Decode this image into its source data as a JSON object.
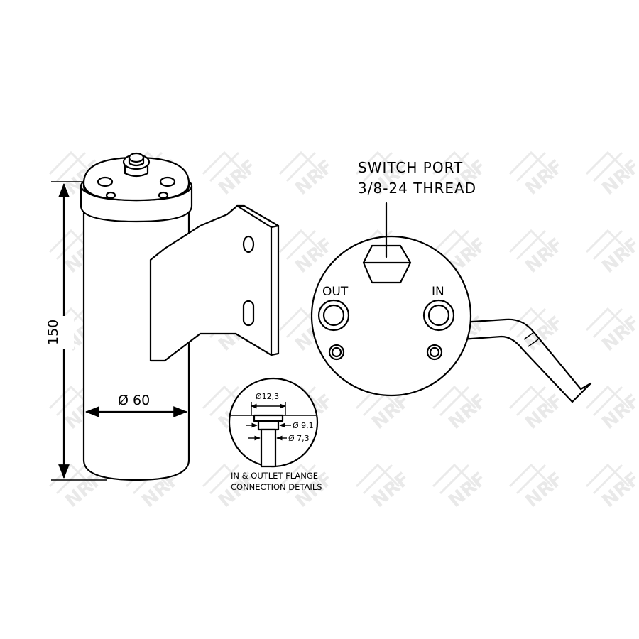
{
  "watermark": {
    "text": "NRF"
  },
  "switch_port": {
    "line1": "SWITCH PORT",
    "line2": "3/8-24 THREAD"
  },
  "end_view": {
    "out_label": "OUT",
    "in_label": "IN"
  },
  "dimensions": {
    "height": "150",
    "diameter": "Ø 60"
  },
  "flange_detail": {
    "d1": "Ø12,3",
    "d2": "Ø 9,1",
    "d3": "Ø 7,3",
    "caption_line1": "IN & OUTLET FLANGE",
    "caption_line2": "CONNECTION DETAILS"
  }
}
